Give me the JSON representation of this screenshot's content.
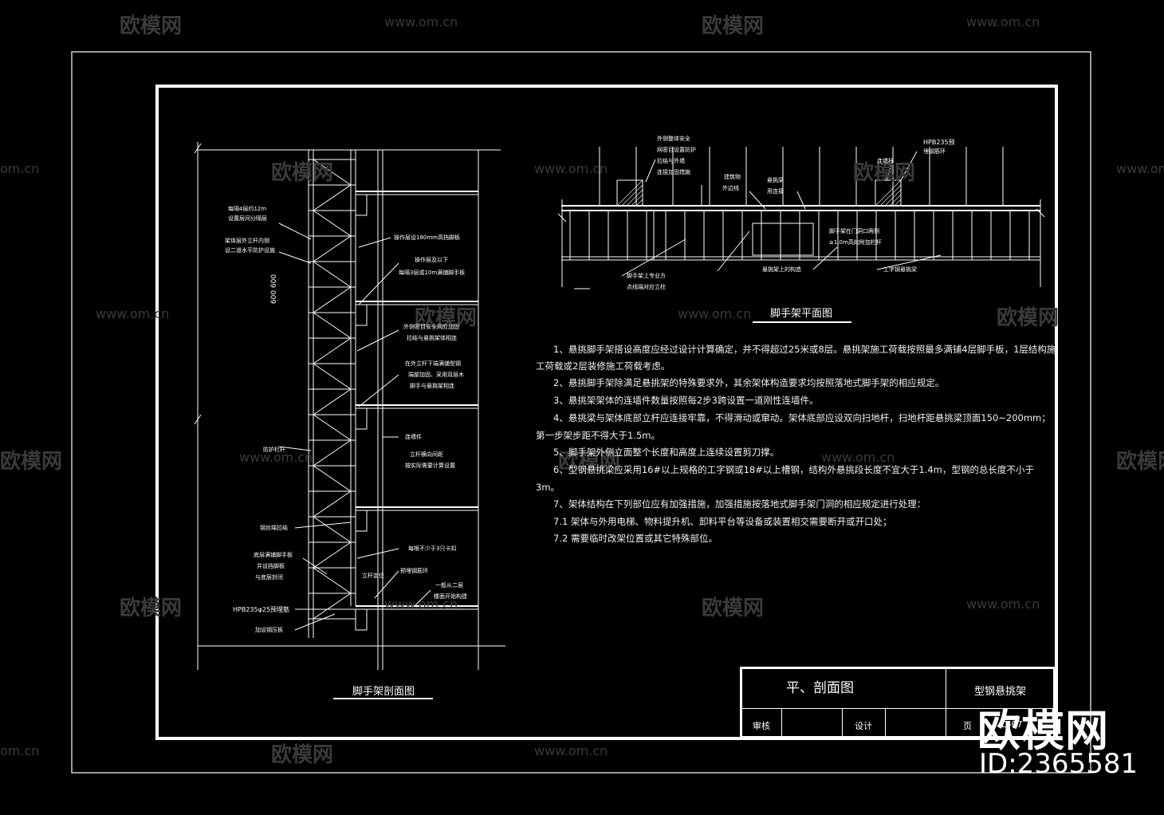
{
  "watermark": {
    "brand": "欧模网",
    "site": "www.om.cn",
    "site_short": "om.cn",
    "id": "ID:2365581"
  },
  "section_view": {
    "title": "脚手架剖面图",
    "dimension": "600 600",
    "labels": [
      "每隔4层约12m",
      "设置层间分隔层",
      "架体层外立杆内侧",
      "设二道水平防护设施",
      "操作层设180mm高挡脚板",
      "操作层及以下",
      "每隔3层或10m满铺脚手板",
      "外侧密目安全网应加固",
      "拉结与悬挑架体相连",
      "在外立杆下端满铺型钢",
      "端部加固、采用双层木",
      "脚手与悬挑架相连",
      "防护栏杆",
      "连墙件",
      "立杆横向间距",
      "按实际需要计算设置",
      "钢丝绳拉结",
      "底层满铺脚手板",
      "并设挡脚板",
      "与底层封闭",
      "每根不少于3只卡扣",
      "预埋钢筋环",
      "一般从二层",
      "楼面开始构建",
      "HPB235φ25预埋筋",
      "立杆定位",
      "加设钢压板"
    ]
  },
  "plan_view": {
    "title": "脚手架平面图",
    "labels": [
      "外侧整体安全",
      "网密目设置防护",
      "拉结与外墙",
      "连接加固措施",
      "建筑物",
      "外边线",
      "悬挑梁",
      "用连接",
      "HPB235预",
      "埋钢筋环",
      "连墙杆",
      "脚手架上专业方",
      "点线端对应立柱",
      "悬挑架上的构造",
      "脚手架在门洞口两侧",
      "≥1.0m高的附加栏杆",
      "工字钢悬挑梁"
    ]
  },
  "notes": [
    "1、悬挑脚手架搭设高度应经过设计计算确定，并不得超过25米或8层。悬挑架施工荷载按照最多满铺4层脚手板，1层结构施",
    "工荷载或2层装修施工荷载考虑。",
    "2、悬挑脚手架除满足悬挑架的特殊要求外，其余架体构造要求均按照落地式脚手架的相应规定。",
    "3、悬挑架架体的连墙件数量按照每2步3跨设置一道刚性连墙件。",
    "4、悬挑梁与架体底部立杆应连接牢靠，不得滑动或窜动。架体底部应设双向扫地杆，扫地杆距悬挑梁顶面150~200mm；",
    "第一步架步距不得大于1.5m。",
    "5、脚手架外侧立面整个长度和高度上连续设置剪刀撑。",
    "6、型钢悬挑梁应采用16#以上规格的工字钢或18#以上槽钢，结构外悬挑段长度不宜大于1.4m，型钢的总长度不小于",
    "3m。",
    "7、架体结构在下列部位应有加强措施，加强措施按落地式脚手架门洞的相应规定进行处理：",
    "7.1  架体与外用电梯、物料提升机、卸料平台等设备或装置相交需要断开或开口处；",
    "7.2  需要临时改架位置或其它特殊部位。"
  ],
  "title_block": {
    "drawing_title": "平、剖面图",
    "drawing_name": "型钢悬挑架",
    "review_label": "审核",
    "design_label": "设计",
    "page_label": "页",
    "page_value": "D-07"
  }
}
